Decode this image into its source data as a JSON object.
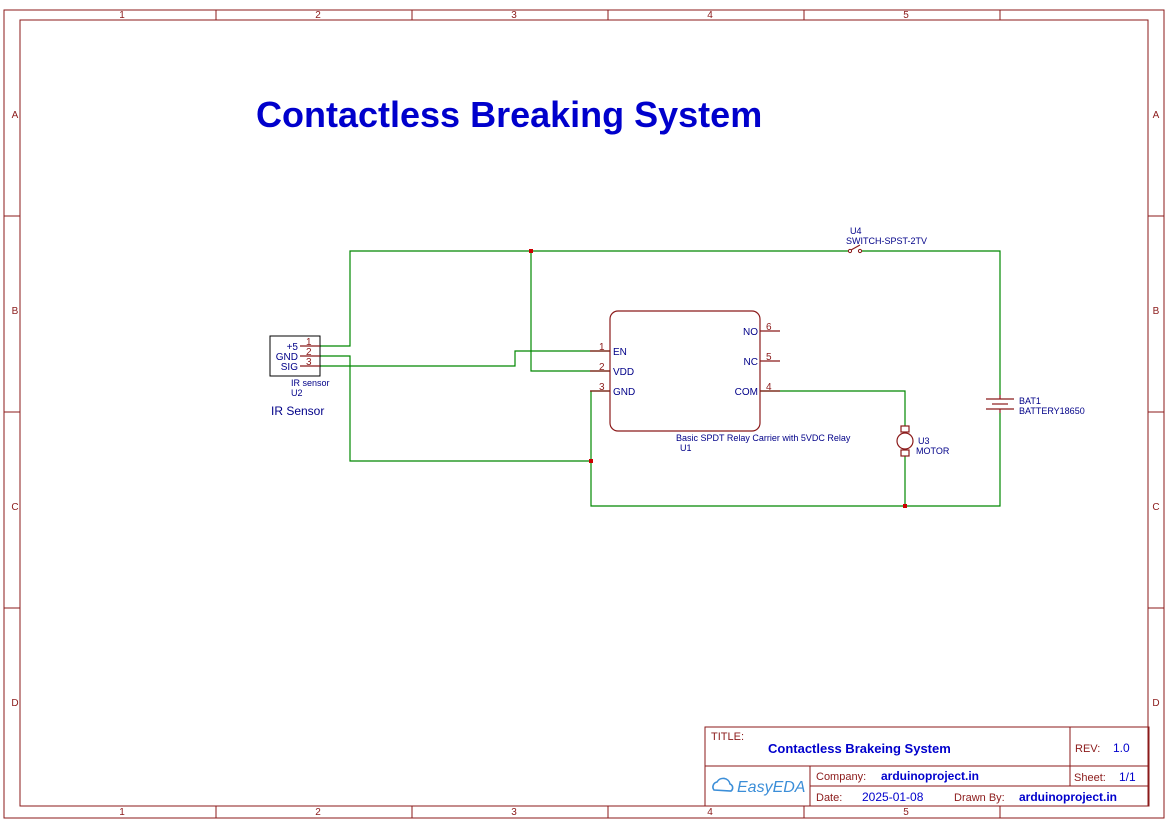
{
  "title": "Contactless Breaking System",
  "ruler": {
    "cols": [
      "1",
      "2",
      "3",
      "4",
      "5"
    ],
    "rows": [
      "A",
      "B",
      "C",
      "D"
    ]
  },
  "components": {
    "ir_sensor": {
      "pins": [
        {
          "num": "1",
          "name": "+5"
        },
        {
          "num": "2",
          "name": "GND"
        },
        {
          "num": "3",
          "name": "SIG"
        }
      ],
      "part": "IR sensor",
      "designator": "U2",
      "caption": "IR Sensor"
    },
    "relay": {
      "left_pins": [
        {
          "num": "1",
          "name": "EN"
        },
        {
          "num": "2",
          "name": "VDD"
        },
        {
          "num": "3",
          "name": "GND"
        }
      ],
      "right_pins": [
        {
          "num": "6",
          "name": "NO"
        },
        {
          "num": "5",
          "name": "NC"
        },
        {
          "num": "4",
          "name": "COM"
        }
      ],
      "part": "Basic SPDT Relay Carrier with 5VDC Relay",
      "designator": "U1"
    },
    "switch": {
      "designator": "U4",
      "part": "SWITCH-SPST-2TV"
    },
    "battery": {
      "designator": "BAT1",
      "part": "BATTERY18650"
    },
    "motor": {
      "designator": "U3",
      "part": "MOTOR"
    }
  },
  "title_block": {
    "title_label": "TITLE:",
    "title_value": "Contactless Brakeing System",
    "rev_label": "REV:",
    "rev_value": "1.0",
    "logo_text": "EasyEDA",
    "company_label": "Company:",
    "company_value": "arduinoproject.in",
    "sheet_label": "Sheet:",
    "sheet_value": "1/1",
    "date_label": "Date:",
    "date_value": "2025-01-08",
    "drawn_label": "Drawn By:",
    "drawn_value": "arduinoproject.in"
  },
  "colors": {
    "frame": "#8b1a1a",
    "wire": "#008800",
    "title": "#0000cc",
    "junction": "#cc0000"
  }
}
